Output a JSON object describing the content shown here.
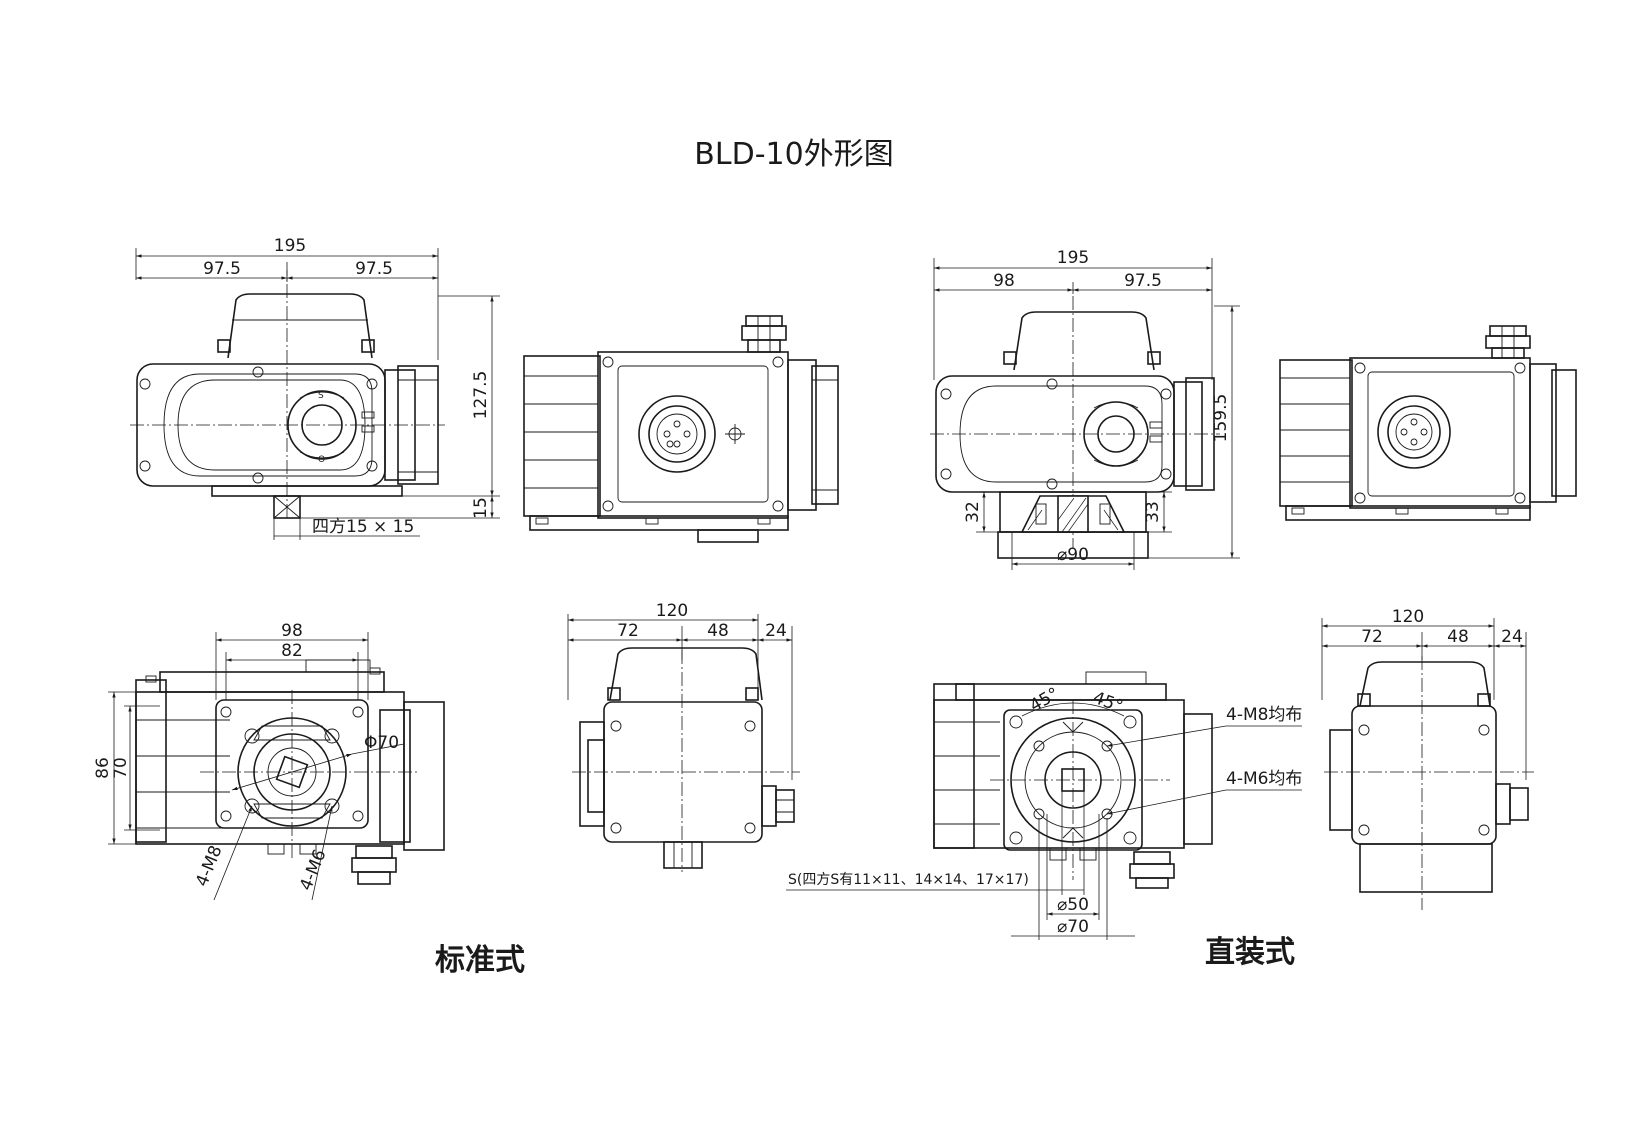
{
  "title": "BLD-10外形图",
  "labels": {
    "standard": "标准式",
    "direct": "直装式"
  },
  "dims": {
    "std_front": {
      "total": "195",
      "left": "97.5",
      "right": "97.5",
      "height": "127.5",
      "base": "15",
      "square": "四方15 × 15"
    },
    "std_bottom": {
      "w98": "98",
      "w82": "82",
      "h86": "86",
      "h70": "70",
      "dia": "Φ70",
      "m8": "4-M8",
      "m6": "4-M6"
    },
    "std_side": {
      "total": "120",
      "left": "72",
      "right": "48",
      "gland": "24"
    },
    "dir_front": {
      "total": "195",
      "left": "98",
      "right": "97.5",
      "height": "159.5",
      "h32": "32",
      "h33": "33",
      "dia90": "⌀90"
    },
    "dir_bottom": {
      "a1": "45°",
      "a2": "45°",
      "m8": "4-M8均布",
      "m6": "4-M6均布",
      "dia50": "⌀50",
      "dia70": "⌀70",
      "square_note": "S(四方S有11×11、14×14、17×17)"
    },
    "dir_side": {
      "total": "120",
      "left": "72",
      "right": "48",
      "gland": "24"
    }
  }
}
